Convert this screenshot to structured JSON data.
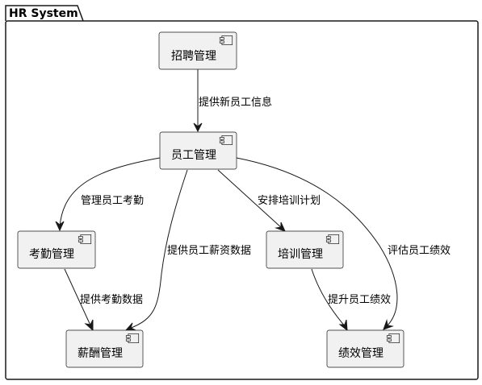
{
  "package": {
    "title": "HR System"
  },
  "components": {
    "recruit": "招聘管理",
    "employee": "员工管理",
    "attendance": "考勤管理",
    "training": "培训管理",
    "salary": "薪酬管理",
    "performance": "绩效管理"
  },
  "relations": {
    "recruit_employee": "提供新员工信息",
    "employee_attendance": "管理员工考勤",
    "employee_salary": "提供员工薪资数据",
    "employee_training": "安排培训计划",
    "employee_performance": "评估员工绩效",
    "attendance_salary": "提供考勤数据",
    "training_performance": "提升员工绩效"
  }
}
